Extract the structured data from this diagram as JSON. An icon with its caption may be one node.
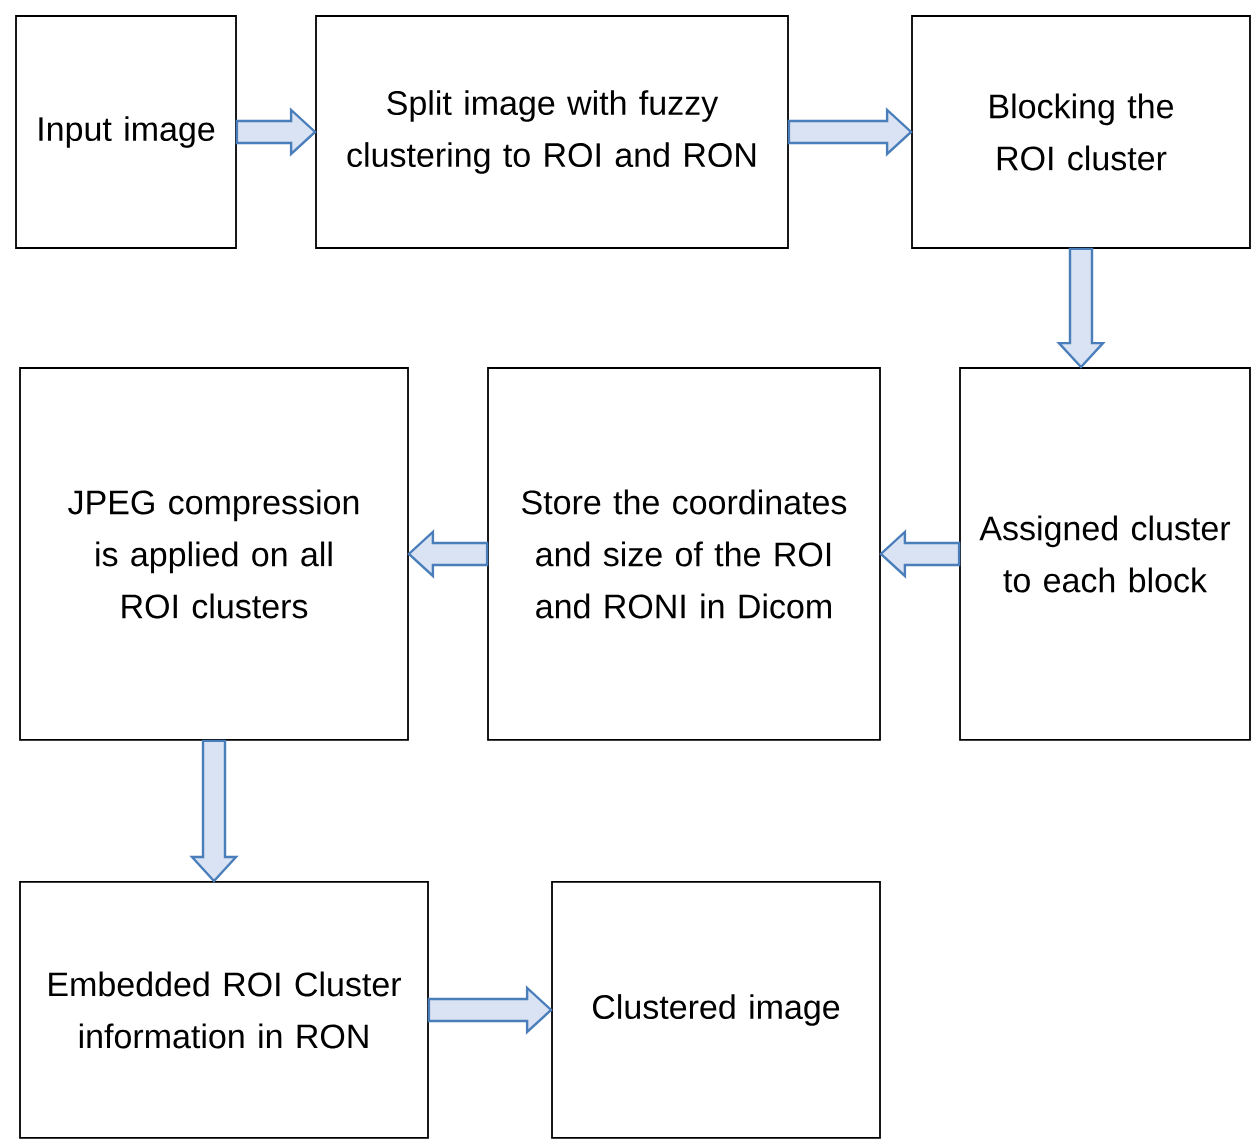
{
  "diagram": {
    "nodes": [
      {
        "text": [
          "Input image"
        ]
      },
      {
        "text": [
          "Split image with fuzzy clustering to ROI and RON"
        ]
      },
      {
        "text": [
          "Blocking the ROI cluster"
        ]
      },
      {
        "text": [
          "Assigned cluster to each block"
        ]
      },
      {
        "text": [
          "Store the coordinates and size of the ROI and RONI in Dicom"
        ]
      },
      {
        "text": [
          "JPEG compression is applied on all ROI clusters"
        ]
      },
      {
        "text": [
          "Embedded ROI Cluster information in RON"
        ]
      },
      {
        "text": [
          "Clustered image"
        ]
      }
    ],
    "edges": [
      {
        "from": 0,
        "to": 1,
        "arrow": "to"
      },
      {
        "from": 1,
        "to": 2,
        "arrow": "to"
      },
      {
        "from": 2,
        "to": 3,
        "arrow": "to"
      },
      {
        "from": 3,
        "to": 4,
        "arrow": "to"
      },
      {
        "from": 4,
        "to": 5,
        "arrow": "to"
      },
      {
        "from": 5,
        "to": 6,
        "arrow": "to"
      },
      {
        "from": 6,
        "to": 7,
        "arrow": "to"
      }
    ]
  }
}
